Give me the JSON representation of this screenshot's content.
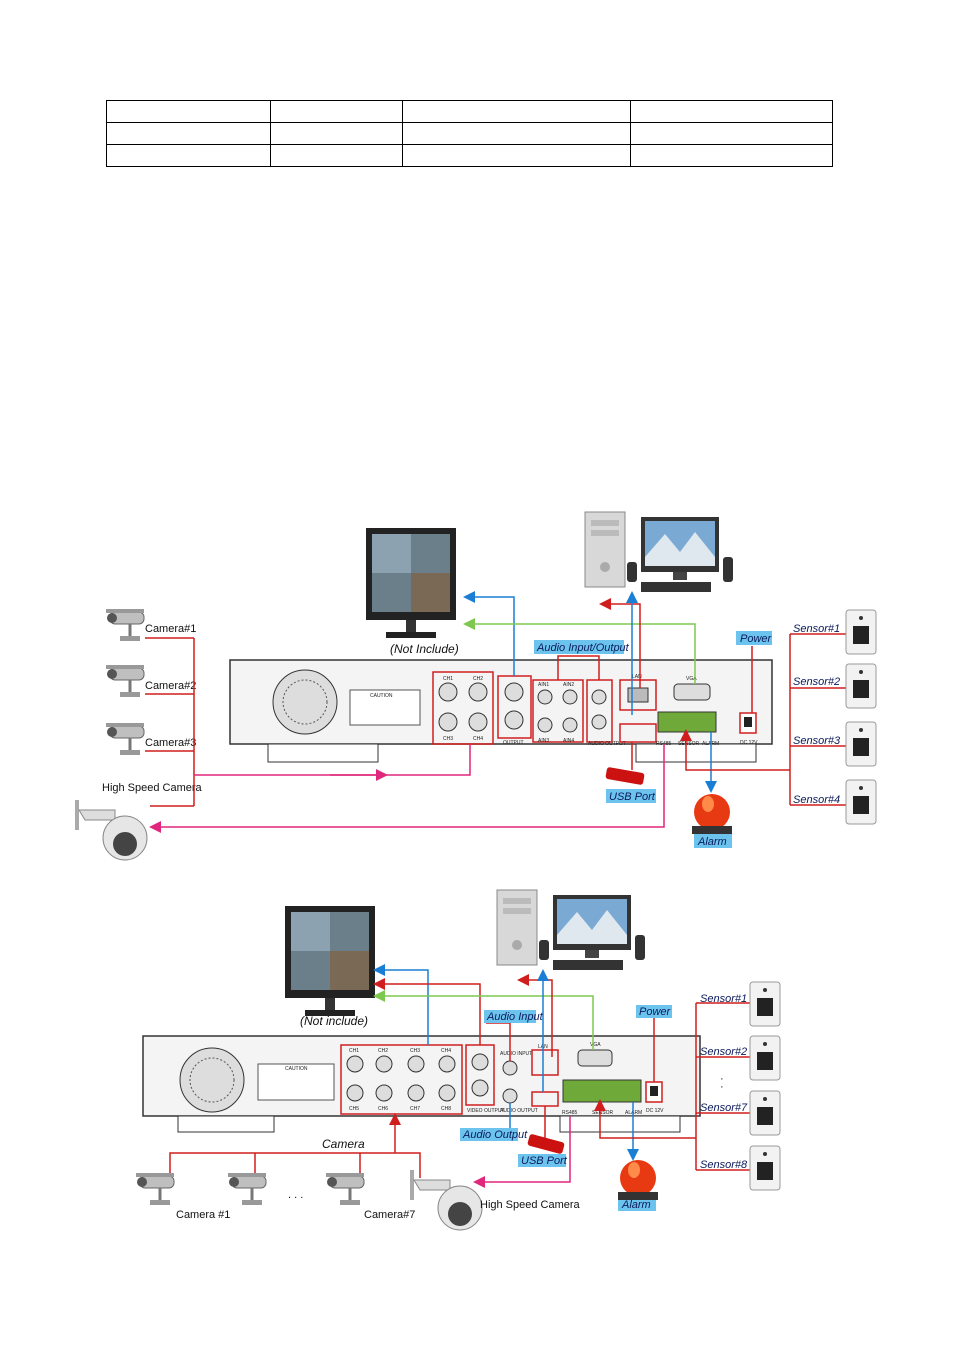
{
  "table": {
    "rows": 3,
    "cols": 4
  },
  "diagram1": {
    "monitor_caption": "(Not Include)",
    "cameras": [
      "Camera#1",
      "Camera#2",
      "Camera#3"
    ],
    "high_speed_camera": "High Speed Camera",
    "sensors": [
      "Sensor#1",
      "Sensor#2",
      "Sensor#3",
      "Sensor#4"
    ],
    "audio_label": "Audio Input/Output",
    "power_label": "Power",
    "usb_label": "USB Port",
    "alarm_label": "Alarm",
    "panel_text": {
      "ch1": "CH1",
      "ch2": "CH2",
      "ch3": "CH3",
      "ch4": "CH4",
      "ain1": "AIN1",
      "ain2": "AIN2",
      "ain3": "AIN3",
      "ain4": "AIN4",
      "output": "OUTPUT",
      "audio_output": "AUDIO OUTPUT",
      "lan": "LAN",
      "vga": "VGA",
      "rs485": "RS485",
      "sensor": "SENSOR",
      "alarm": "ALARM",
      "dc": "DC 12V",
      "caution": "CAUTION"
    }
  },
  "diagram2": {
    "monitor_caption": "(Not include)",
    "camera_group": "Camera",
    "cameras": [
      "Camera #1",
      "Camera#7"
    ],
    "ellipsis": ". . .",
    "high_speed_camera": "High Speed Camera",
    "sensors": [
      "Sensor#1",
      "Sensor#2",
      "Sensor#7",
      "Sensor#8"
    ],
    "audio_input_label": "Audio Input",
    "audio_output_label": "Audio Output",
    "power_label": "Power",
    "usb_label": "USB Port",
    "alarm_label": "Alarm",
    "panel_text": {
      "ch1": "CH1",
      "ch2": "CH2",
      "ch3": "CH3",
      "ch4": "CH4",
      "ch5": "CH5",
      "ch6": "CH6",
      "ch7": "CH7",
      "ch8": "CH8",
      "video_output": "VIDEO OUTPUT",
      "audio_input": "AUDIO INPUT",
      "audio_output": "AUDIO OUTPUT",
      "lan": "LAN",
      "vga": "VGA",
      "rs485": "RS485",
      "sensor": "SENSOR",
      "alarm": "ALARM",
      "dc": "DC 12V",
      "caution": "CAUTION"
    }
  },
  "colors": {
    "red": "#d01e1e",
    "blue": "#1a7fd4",
    "green": "#7ec850",
    "magenta": "#e0277d",
    "label_bg": "#6cc4ee"
  }
}
